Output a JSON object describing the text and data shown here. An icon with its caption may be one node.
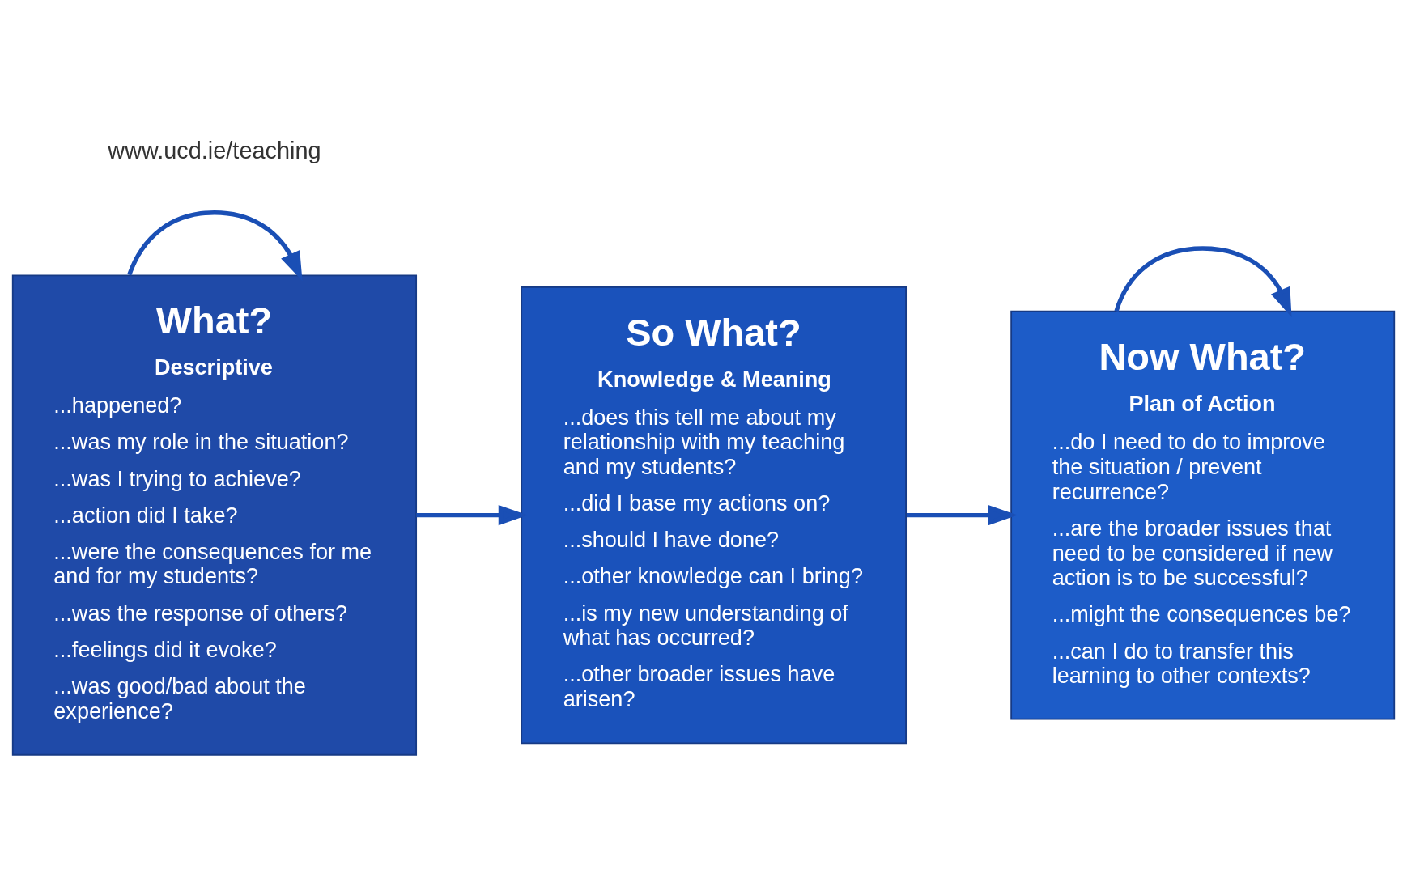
{
  "diagram": {
    "nodes": [
      {
        "text": [
          "What?",
          "Descriptive",
          "...happened?",
          "...was my role in the situation?",
          "...was I trying to achieve?",
          "...action did I take?",
          "...were the consequences for me and for my students?",
          "...was the response of others?",
          "...feelings did it evoke?",
          "...was good/bad about the experience?"
        ]
      },
      {
        "text": [
          "So What?",
          "Knowledge & Meaning",
          "...does this tell me about my relationship with my teaching and my students?",
          "...did I base my actions on?",
          "...should I have done?",
          "...other knowledge can I bring?",
          "...is my new understanding of what has occurred?",
          "...other broader issues have arisen?"
        ]
      },
      {
        "text": [
          "Now What?",
          "Plan of Action",
          "...do I need to do to improve the situation / prevent recurrence?",
          "...are the broader issues that need to be considered if new action is to be successful?",
          "...might the consequences be?",
          "...can I do to transfer this learning to other contexts?"
        ]
      }
    ],
    "edges": [
      {
        "from": 0,
        "to": 0,
        "arrow": "to"
      },
      {
        "from": 0,
        "to": 1,
        "arrow": "to"
      },
      {
        "from": 1,
        "to": 2,
        "arrow": "to"
      },
      {
        "from": 2,
        "to": 2,
        "arrow": "to"
      }
    ],
    "labels": [
      "www.ucd.ie/teaching"
    ]
  }
}
